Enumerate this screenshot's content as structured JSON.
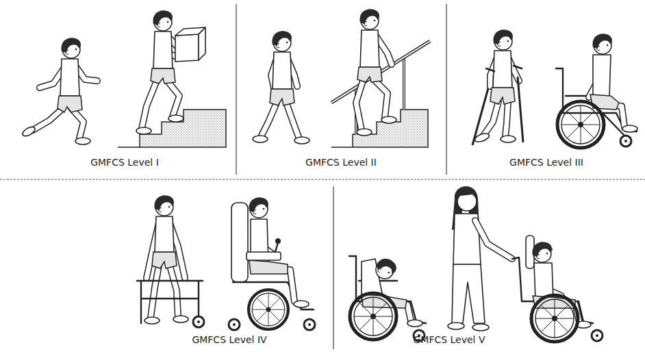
{
  "diagram": {
    "labels": [
      "GMFCS Level I",
      "GMFCS Level II",
      "GMFCS Level III",
      "GMFCS Level IV",
      "GMFCS Level V"
    ]
  }
}
